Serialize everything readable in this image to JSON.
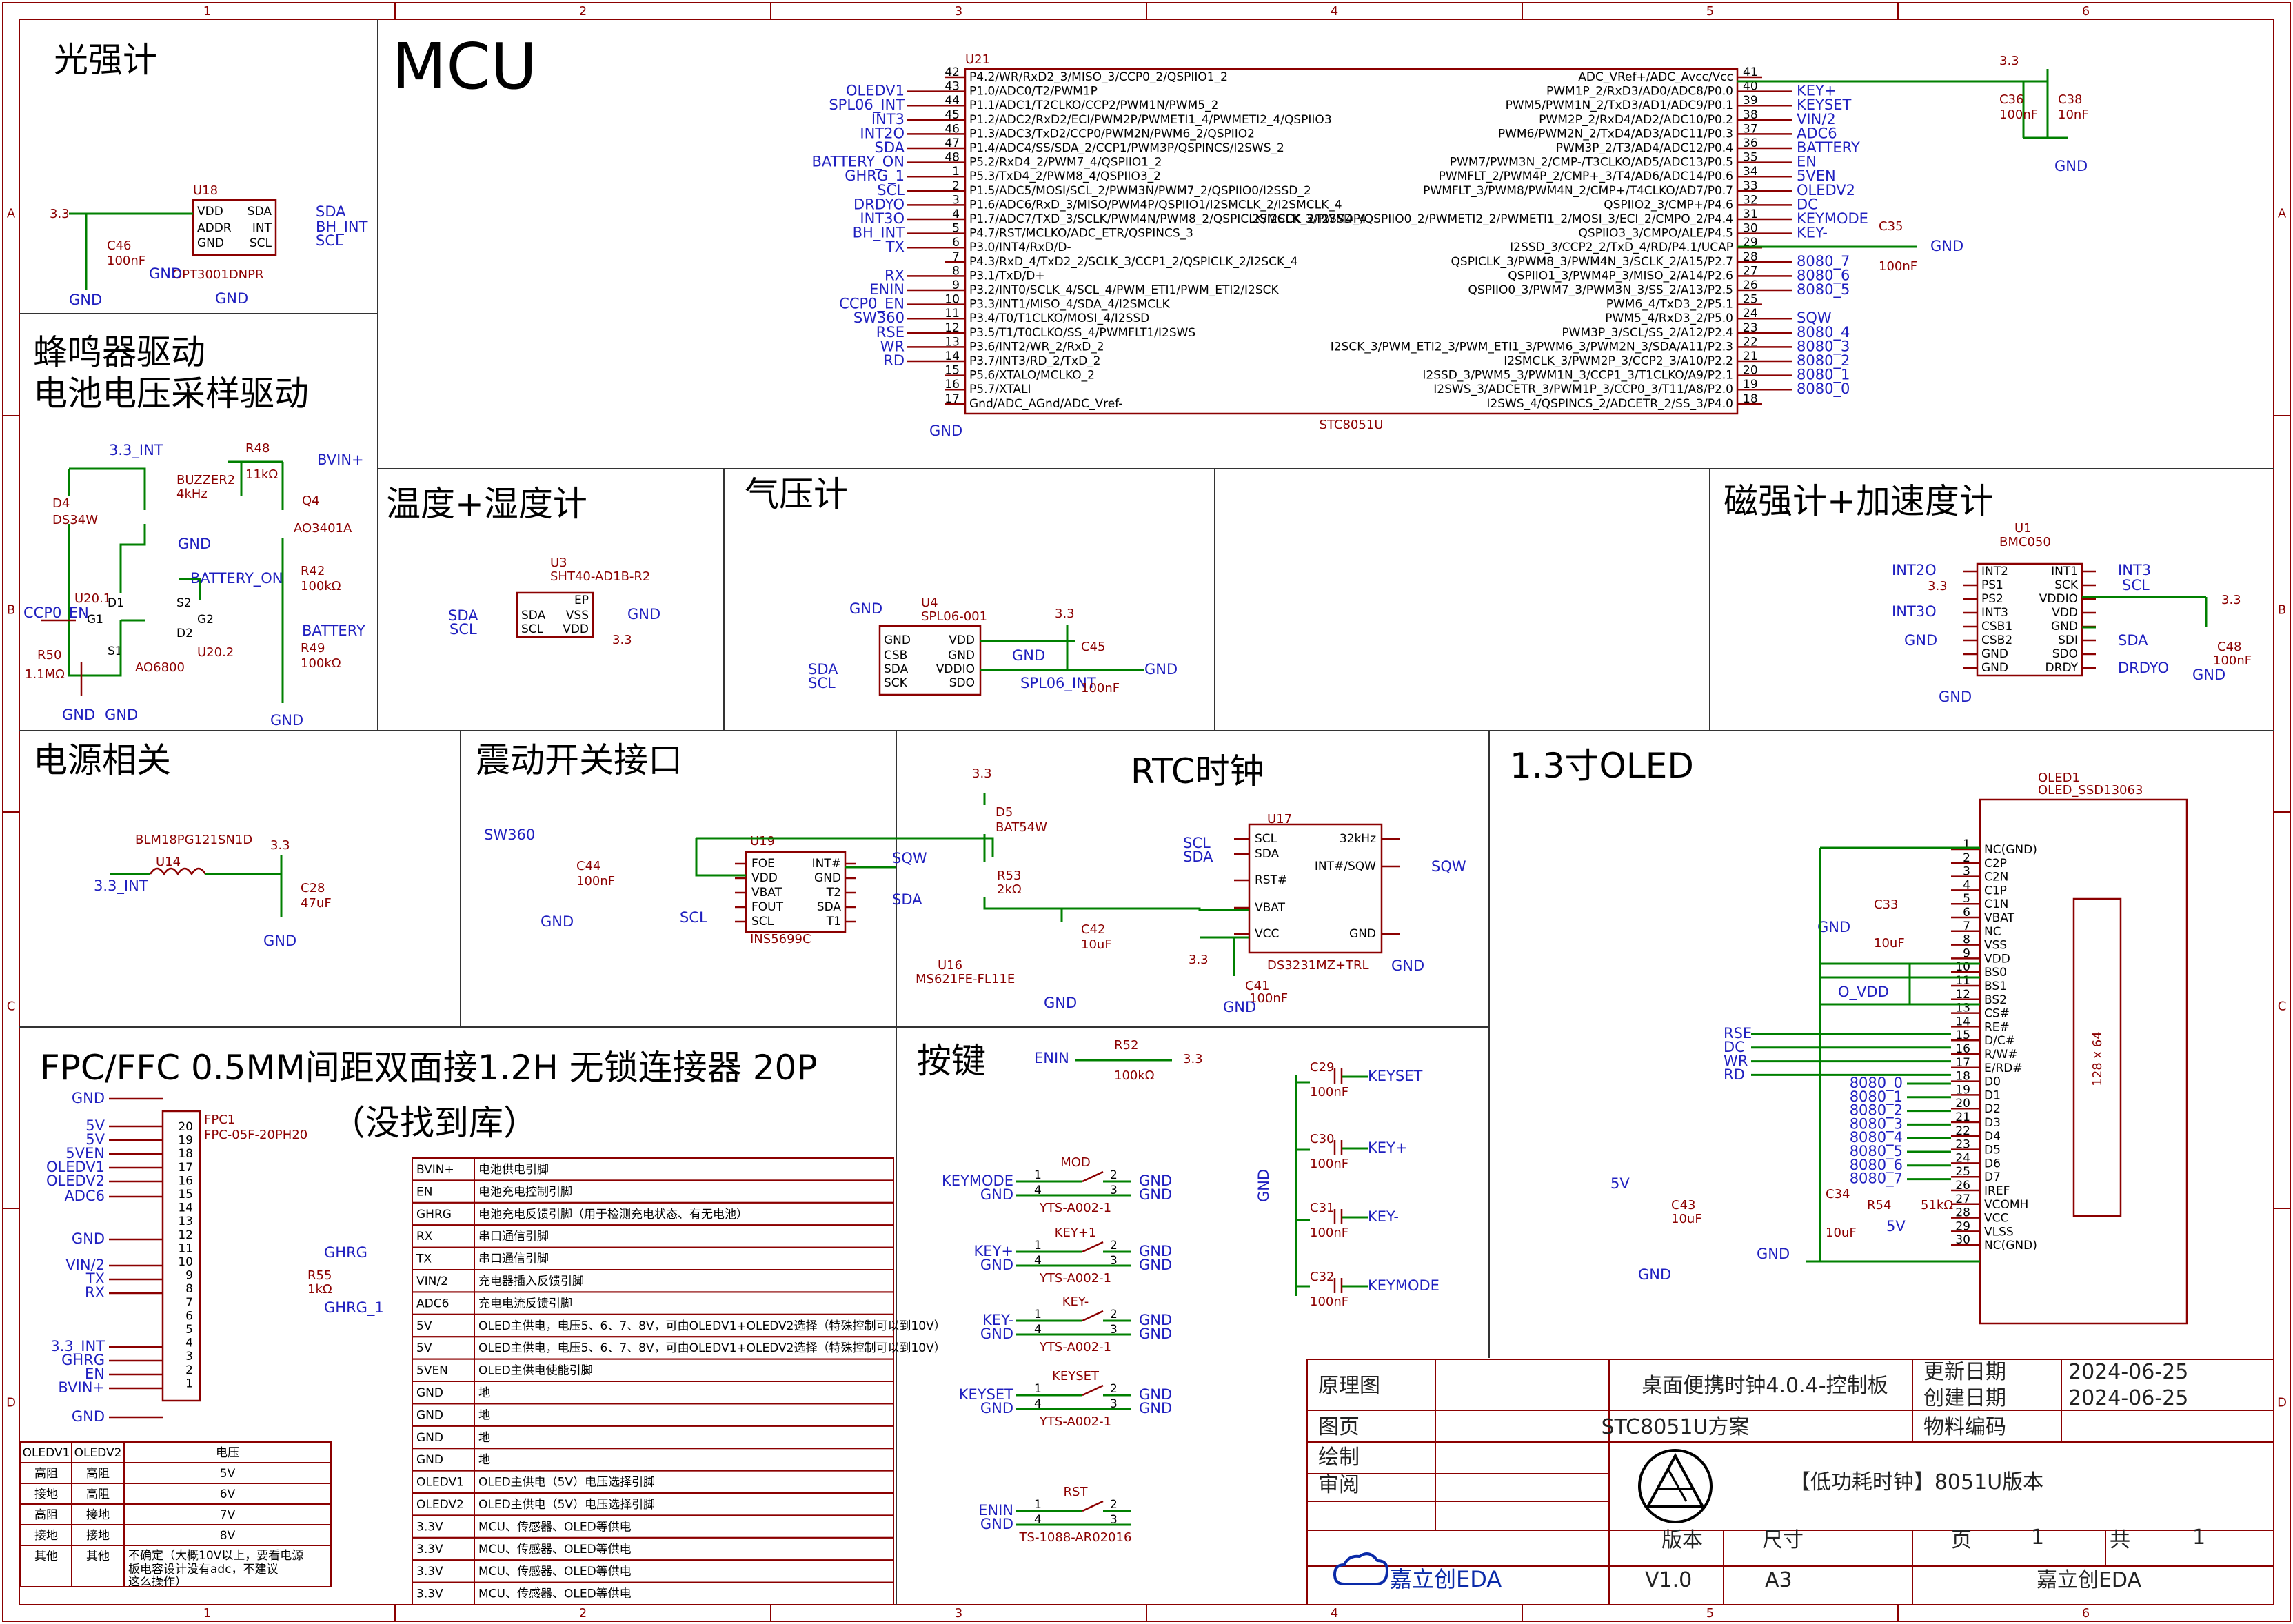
{
  "frame": {
    "cols": [
      "1",
      "2",
      "3",
      "4",
      "5",
      "6"
    ],
    "rows": [
      "A",
      "B",
      "C",
      "D"
    ]
  },
  "sections": {
    "light": "光强计",
    "mcu": "MCU",
    "buzzer1": "蜂鸣器驱动",
    "buzzer2": "电池电压采样驱动",
    "temp": "温度+湿度计",
    "pressure": "气压计",
    "mag": "磁强计+加速度计",
    "power": "电源相关",
    "vib": "震动开关接口",
    "rtc": "RTC时钟",
    "oled": "1.3寸OLED",
    "fpc1": "FPC/FFC 0.5MM间距双面接1.2H 无锁连接器 20P",
    "fpc2": "（没找到库）",
    "keys": "按键"
  },
  "mcu": {
    "ref": "U21",
    "part": "STC8051U",
    "left": [
      [
        "42",
        "P4.2/WR/RxD2_3/MISO_3/CCP0_2/QSPIIO1_2",
        ""
      ],
      [
        "43",
        "P1.0/ADC0/T2/PWM1P",
        "OLEDV1"
      ],
      [
        "44",
        "P1.1/ADC1/T2CLKO/CCP2/PWM1N/PWM5_2",
        "SPL06_INT"
      ],
      [
        "45",
        "P1.2/ADC2/RxD2/ECI/PWM2P/PWMETI1_4/PWMETI2_4/QSPIIO3",
        "INT3"
      ],
      [
        "46",
        "P1.3/ADC3/TxD2/CCP0/PWM2N/PWM6_2/QSPIIO2",
        "INT2O"
      ],
      [
        "47",
        "P1.4/ADC4/SS/SDA_2/CCP1/PWM3P/QSPINCS/I2SWS_2",
        "SDA"
      ],
      [
        "48",
        "P5.2/RxD4_2/PWM7_4/QSPIIO1_2",
        "BATTERY_ON"
      ],
      [
        "1",
        "P5.3/TxD4_2/PWM8_4/QSPIIO3_2",
        "GHRG_1"
      ],
      [
        "2",
        "P1.5/ADC5/MOSI/SCL_2/PWM3N/PWM7_2/QSPIIO0/I2SSD_2",
        "SCL"
      ],
      [
        "3",
        "P1.6/ADC6/RxD_3/MISO/PWM4P/QSPIIO1/I2SMCLK_2/I2SMCLK_4",
        "DRDYO"
      ],
      [
        "4",
        "P1.7/ADC7/TXD_3/SCLK/PWM4N/PWM8_2/QSPICLK/I2SCK_2/I2SSD_4",
        "INT3O"
      ],
      [
        "5",
        "P4.7/RST/MCLKO/ADC_ETR/QSPINCS_3",
        "BH_INT"
      ],
      [
        "6",
        "P3.0/INT4/RxD/D-",
        "TX"
      ],
      [
        "7",
        "P4.3/RxD_4/TxD2_2/SCLK_3/CCP1_2/QSPICLK_2/I2SCK_4",
        ""
      ],
      [
        "8",
        "P3.1/TxD/D+",
        "RX"
      ],
      [
        "9",
        "P3.2/INT0/SCLK_4/SCL_4/PWM_ETI1/PWM_ETI2/I2SCK",
        "ENIN"
      ],
      [
        "10",
        "P3.3/INT1/MISO_4/SDA_4/I2SMCLK",
        "CCP0_EN"
      ],
      [
        "11",
        "P3.4/T0/T1CLKO/MOSI_4/I2SSD",
        "SW360"
      ],
      [
        "12",
        "P3.5/T1/T0CLKO/SS_4/PWMFLT1/I2SWS",
        "RSE"
      ],
      [
        "13",
        "P3.6/INT2/WR_2/RxD_2",
        "WR"
      ],
      [
        "14",
        "P3.7/INT3/RD_2/TxD_2",
        "RD"
      ],
      [
        "15",
        "P5.6/XTALO/MCLKO_2",
        ""
      ],
      [
        "16",
        "P5.7/XTALI",
        ""
      ],
      [
        "17",
        "Gnd/ADC_AGnd/ADC_Vref-",
        ""
      ]
    ],
    "right": [
      [
        "41",
        "ADC_VRef+/ADC_Avcc/Vcc",
        ""
      ],
      [
        "40",
        "PWM1P_2/RxD3/AD0/ADC8/P0.0",
        "KEY+"
      ],
      [
        "39",
        "PWM5/PWM1N_2/TxD3/AD1/ADC9/P0.1",
        "KEYSET"
      ],
      [
        "38",
        "PWM2P_2/RxD4/AD2/ADC10/P0.2",
        "VIN/2"
      ],
      [
        "37",
        "PWM6/PWM2N_2/TxD4/AD3/ADC11/P0.3",
        "ADC6"
      ],
      [
        "36",
        "PWM3P_2/T3/AD4/ADC12/P0.4",
        "BATTERY"
      ],
      [
        "35",
        "PWM7/PWM3N_2/CMP-/T3CLKO/AD5/ADC13/P0.5",
        "EN"
      ],
      [
        "34",
        "PWMFLT_2/PWM4P_2/CMP+_3/T4/AD6/ADC14/P0.6",
        "5VEN"
      ],
      [
        "33",
        "PWMFLT_3/PWM8/PWM4N_2/CMP+/T4CLKO/AD7/P0.7",
        "OLEDV2"
      ],
      [
        "32",
        "QSPIIO2_3/CMP+/P4.6",
        "DC"
      ],
      [
        "31",
        "I2SMCLK_3/PWM4P/QSPIIO0_2/PWMETI2_2/PWMETI1_2/MOSI_3/ECI_2/CMPO_2/P4.4",
        "KEYMODE"
      ],
      [
        "30",
        "QSPIIO3_3/CMPO/ALE/P4.5",
        "KEY-"
      ],
      [
        "29",
        "I2SSD_3/CCP2_2/TxD_4/RD/P4.1/UCAP",
        ""
      ],
      [
        "28",
        "QSPICLK_3/PWM8_3/PWM4N_3/SCLK_2/A15/P2.7",
        "8080_7"
      ],
      [
        "27",
        "QSPIIO1_3/PWM4P_3/MISO_2/A14/P2.6",
        "8080_6"
      ],
      [
        "26",
        "QSPIIO0_3/PWM7_3/PWM3N_3/SS_2/A13/P2.5",
        "8080_5"
      ],
      [
        "25",
        "PWM6_4/TxD3_2/P5.1",
        ""
      ],
      [
        "24",
        "PWM5_4/RxD3_2/P5.0",
        "SQW"
      ],
      [
        "23",
        "PWM3P_3/SCL/SS_2/A12/P2.4",
        "8080_4"
      ],
      [
        "22",
        "I2SCK_3/PWM_ETI2_3/PWM_ETI1_3/PWM6_3/PWM2N_3/SDA/A11/P2.3",
        "8080_3"
      ],
      [
        "21",
        "I2SMCLK_3/PWM2P_3/CCP2_3/A10/P2.2",
        "8080_2"
      ],
      [
        "20",
        "I2SSD_3/PWM5_3/PWM1N_3/CCP1_3/T1CLKO/A9/P2.1",
        "8080_1"
      ],
      [
        "19",
        "I2SWS_3/ADCETR_3/PWM1P_3/CCP0_3/T11/A8/P2.0",
        "8080_0"
      ],
      [
        "18",
        "I2SWS_4/QSPINCS_2/ADCETR_2/SS_3/P4.0",
        ""
      ]
    ],
    "c35": "C35",
    "c35v": "100nF",
    "c36": "C36",
    "c36v": "100nF",
    "c38": "C38",
    "c38v": "10nF",
    "v33": "3.3",
    "gnd": "GND"
  },
  "light": {
    "ref": "U18",
    "part": "OPT3001DNPR",
    "pins": [
      "VDD",
      "ADDR",
      "GND",
      "SDA",
      "INT",
      "SCL"
    ],
    "nets": [
      "SDA",
      "BH_INT",
      "SCL"
    ],
    "cap": "C46",
    "capv": "100nF",
    "v": "3.3",
    "gnd": "GND"
  },
  "buzzer": {
    "nets": [
      "3.3_INT",
      "BVIN+",
      "CCP0_EN",
      "BATTERY_ON",
      "BATTERY",
      "GND"
    ],
    "d4": "D4",
    "d4v": "DS34W",
    "bz": "BUZZER2",
    "bzv": "4kHz",
    "r48": "R48",
    "r48v": "11kΩ",
    "q4": "Q4",
    "q4v": "AO3401A",
    "r42": "R42",
    "r42v": "100kΩ",
    "r49": "R49",
    "r49v": "100kΩ",
    "u20": "U20.1",
    "u20b": "U20.2",
    "u20v": "AO6800",
    "r50": "R50",
    "r50v": "1.1MΩ",
    "pins": [
      "D1",
      "G1",
      "S1",
      "S2",
      "D2",
      "G2"
    ]
  },
  "temp": {
    "ref": "U3",
    "part": "SHT40-AD1B-R2",
    "pins": [
      "SDA",
      "SCL",
      "EP",
      "VSS",
      "VDD"
    ],
    "nets": [
      "SDA",
      "SCL",
      "GND",
      "3.3"
    ]
  },
  "pressure": {
    "ref": "U4",
    "part": "SPL06-001",
    "pins": [
      "GND",
      "CSB",
      "SDA",
      "SCK",
      "VDD",
      "GND",
      "VDDIO",
      "SDO"
    ],
    "nets": [
      "GND",
      "SDA",
      "SCL",
      "GND",
      "SPL06_INT",
      "3.3",
      "GND"
    ],
    "cap": "C45",
    "capv": "100nF"
  },
  "mag": {
    "ref": "U1",
    "part": "BMC050",
    "pinsL": [
      "INT2",
      "PS1",
      "PS2",
      "INT3",
      "CSB1",
      "CSB2",
      "GND",
      "GND"
    ],
    "pinsR": [
      "INT1",
      "SCK",
      "VDDIO",
      "VDD",
      "GND",
      "SDI",
      "SDO",
      "DRDY"
    ],
    "nets": [
      "INT2O",
      "INT3",
      "3.3",
      "SCL",
      "INT3O",
      "GND",
      "GND",
      "SDA",
      "3.3",
      "DRDYO",
      "GND"
    ],
    "cap": "C48",
    "capv": "100nF"
  },
  "power": {
    "ref": "U14",
    "part": "BLM18PG121SN1D",
    "in": "3.3_INT",
    "out": "3.3",
    "cap": "C28",
    "capv": "47uF",
    "gnd": "GND"
  },
  "vib": {
    "net": "SW360",
    "cap": "C44",
    "capv": "100nF",
    "ref": "U19",
    "part": "INS5699C",
    "pinsL": [
      "FOE",
      "VDD",
      "VBAT",
      "FOUT",
      "SCL"
    ],
    "pinsR": [
      "INT#",
      "GND",
      "T2",
      "SDA",
      "T1"
    ],
    "nets": [
      "SQW",
      "SDA",
      "SCL",
      "3.3",
      "GND"
    ]
  },
  "rtc": {
    "d5": "D5",
    "d5v": "BAT54W",
    "r53": "R53",
    "r53v": "2kΩ",
    "bat": "U16",
    "batv": "MS621FE-FL11E",
    "c42": "C42",
    "c42v": "10uF",
    "ref": "U17",
    "part": "DS3231MZ+TRL",
    "pinsL": [
      "SCL",
      "SDA",
      "RST#",
      "VBAT",
      "VCC"
    ],
    "pinsR": [
      "32kHz",
      "INT#/SQW",
      "GND"
    ],
    "nets": [
      "SCL",
      "SDA",
      "SQW",
      "3.3",
      "GND"
    ],
    "c41": "C41",
    "c41v": "100nF",
    "v": "3.3"
  },
  "oled": {
    "ref": "OLED1",
    "part": "OLED_SSD13063",
    "res": "128 x 64",
    "pins": [
      "NC(GND)",
      "C2P",
      "C2N",
      "C1P",
      "C1N",
      "VBAT",
      "NC",
      "VSS",
      "VDD",
      "BS0",
      "BS1",
      "BS2",
      "CS#",
      "RE#",
      "D/C#",
      "R/W#",
      "E/RD#",
      "D0",
      "D1",
      "D2",
      "D3",
      "D4",
      "D5",
      "D6",
      "D7",
      "IREF",
      "VCOMH",
      "VCC",
      "VLSS",
      "NC(GND)"
    ],
    "nets": [
      "GND",
      "O_VDD",
      "RSE",
      "DC",
      "WR",
      "RD",
      "8080_0",
      "8080_1",
      "8080_2",
      "8080_3",
      "8080_4",
      "8080_5",
      "8080_6",
      "8080_7",
      "5V",
      "GND"
    ],
    "c33": "C33",
    "c33v": "10uF",
    "c34": "C34",
    "c34v": "10uF",
    "r54": "R54",
    "r54v": "51kΩ",
    "c43": "C43",
    "c43v": "10uF",
    "v5": "5V"
  },
  "fpc": {
    "ref": "FPC1",
    "part": "FPC-05F-20PH20",
    "nets": [
      "GND",
      "5V",
      "5V",
      "5VEN",
      "OLEDV1",
      "OLEDV2",
      "ADC6",
      "GND",
      "VIN/2",
      "TX",
      "RX",
      "3.3_INT",
      "GHRG",
      "EN",
      "BVIN+",
      "GND"
    ],
    "r55": "R55",
    "r55v": "1kΩ",
    "ghrg": "GHRG",
    "ghrg1": "GHRG_1"
  },
  "pin_table": [
    [
      "BVIN+",
      "电池供电引脚"
    ],
    [
      "EN",
      "电池充电控制引脚"
    ],
    [
      "GHRG",
      "电池充电反馈引脚（用于检测充电状态、有无电池）"
    ],
    [
      "RX",
      "串口通信引脚"
    ],
    [
      "TX",
      "串口通信引脚"
    ],
    [
      "VIN/2",
      "充电器插入反馈引脚"
    ],
    [
      "ADC6",
      "充电电流反馈引脚"
    ],
    [
      "5V",
      "OLED主供电，电压5、6、7、8V，可由OLEDV1+OLEDV2选择（特殊控制可以到10V）"
    ],
    [
      "5V",
      "OLED主供电，电压5、6、7、8V，可由OLEDV1+OLEDV2选择（特殊控制可以到10V）"
    ],
    [
      "5VEN",
      "OLED主供电使能引脚"
    ],
    [
      "GND",
      "地"
    ],
    [
      "GND",
      "地"
    ],
    [
      "GND",
      "地"
    ],
    [
      "GND",
      "地"
    ],
    [
      "OLEDV1",
      "OLED主供电（5V）电压选择引脚"
    ],
    [
      "OLEDV2",
      "OLED主供电（5V）电压选择引脚"
    ],
    [
      "3.3V",
      "MCU、传感器、OLED等供电"
    ],
    [
      "3.3V",
      "MCU、传感器、OLED等供电"
    ],
    [
      "3.3V",
      "MCU、传感器、OLED等供电"
    ],
    [
      "3.3V",
      "MCU、传感器、OLED等供电"
    ]
  ],
  "volt_table": {
    "head": [
      "OLEDV1",
      "OLEDV2",
      "电压"
    ],
    "rows": [
      [
        "高阻",
        "高阻",
        "5V"
      ],
      [
        "接地",
        "高阻",
        "6V"
      ],
      [
        "高阻",
        "接地",
        "7V"
      ],
      [
        "接地",
        "接地",
        "8V"
      ],
      [
        "其他",
        "其他",
        "不确定（大概10V以上，要看电源板电容设计没有adc，不建议这么操作）"
      ]
    ]
  },
  "keys": {
    "enin": "ENIN",
    "r52": "R52",
    "r52v": "100kΩ",
    "v": "3.3",
    "sw": [
      [
        "MOD",
        "KEYMODE",
        "YTS-A002-1"
      ],
      [
        "KEY+1",
        "KEY+",
        "YTS-A002-1"
      ],
      [
        "KEY-",
        "KEY-",
        "YTS-A002-1"
      ],
      [
        "KEYSET",
        "KEYSET",
        "YTS-A002-1"
      ],
      [
        "RST",
        "ENIN",
        "TS-1088-AR02016"
      ]
    ],
    "caps": [
      [
        "C29",
        "100nF",
        "KEYSET"
      ],
      [
        "C30",
        "100nF",
        "KEY+"
      ],
      [
        "C31",
        "100nF",
        "KEY-"
      ],
      [
        "C32",
        "100nF",
        "KEYMODE"
      ]
    ],
    "gnd": "GND"
  },
  "title_block": {
    "h_schematic": "原理图",
    "title": "桌面便携时钟4.0.4-控制板",
    "h_update": "更新日期",
    "update": "2024-06-25",
    "h_create": "创建日期",
    "create": "2024-06-25",
    "h_page": "图页",
    "page": "STC8051U方案",
    "h_code": "物料编码",
    "h_draw": "绘制",
    "h_review": "审阅",
    "project": "【低功耗时钟】8051U版本",
    "h_ver": "版本",
    "h_size": "尺寸",
    "h_p": "页",
    "p": "1",
    "h_total": "共",
    "total": "1",
    "ver": "V1.0",
    "size": "A3",
    "company": "嘉立创EDA",
    "logo": "嘉立创EDA"
  }
}
